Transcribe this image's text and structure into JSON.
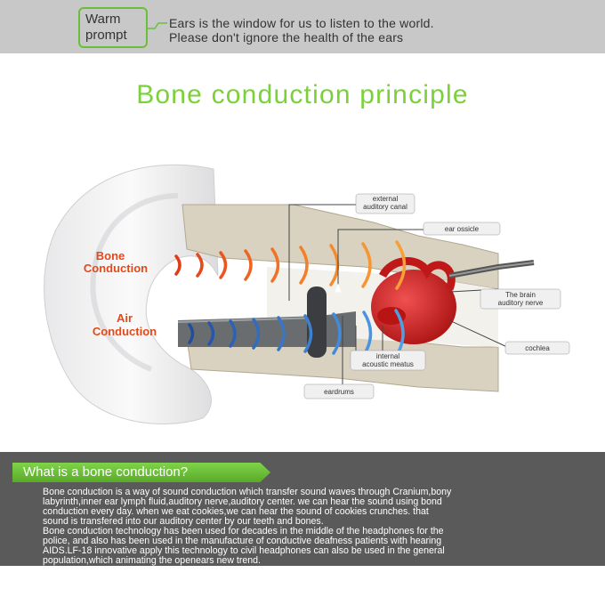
{
  "header": {
    "badge_line1": "Warm",
    "badge_line2": "prompt",
    "line1": "Ears is the window for us to listen to the world.",
    "line2": "Please don't ignore the health of the ears"
  },
  "title": "Bone conduction principle",
  "diagram": {
    "bone_label_1": "Bone",
    "bone_label_2": "Conduction",
    "air_label_1": "Air",
    "air_label_2": "Conduction",
    "external_canal_1": "external",
    "external_canal_2": "auditory canal",
    "ossicle": "ear ossicle",
    "brain_1": "The brain",
    "brain_2": "auditory nerve",
    "cochlea": "cochlea",
    "meatus_1": "internal",
    "meatus_2": "acoustic meatus",
    "eardrums": "eardrums",
    "colors": {
      "bone": "#e24a1a",
      "air": "#2b66b8",
      "title": "#7ad13a"
    }
  },
  "section": {
    "heading": "What is a bone conduction?",
    "lines": [
      "Bone conduction is a way of sound conduction which transfer sound waves through Cranium,bony",
      "labyrinth,inner ear lymph fluid,auditory nerve,auditory center. we can hear the sound using bond",
      "conduction every day. when we eat cookies,we can hear the sound of cookies crunches. that",
      "sound is transfered into our auditory center by our teeth and bones.",
      "Bone conduction technology has been used for decades in the middle of the headphones for the",
      "police, and also has been used in the manufacture of conductive deafness patients with hearing",
      "AIDS.LF-18 innovative apply this technology to civil headphones can also be used in the general",
      "population,which animating the openears new trend."
    ]
  }
}
